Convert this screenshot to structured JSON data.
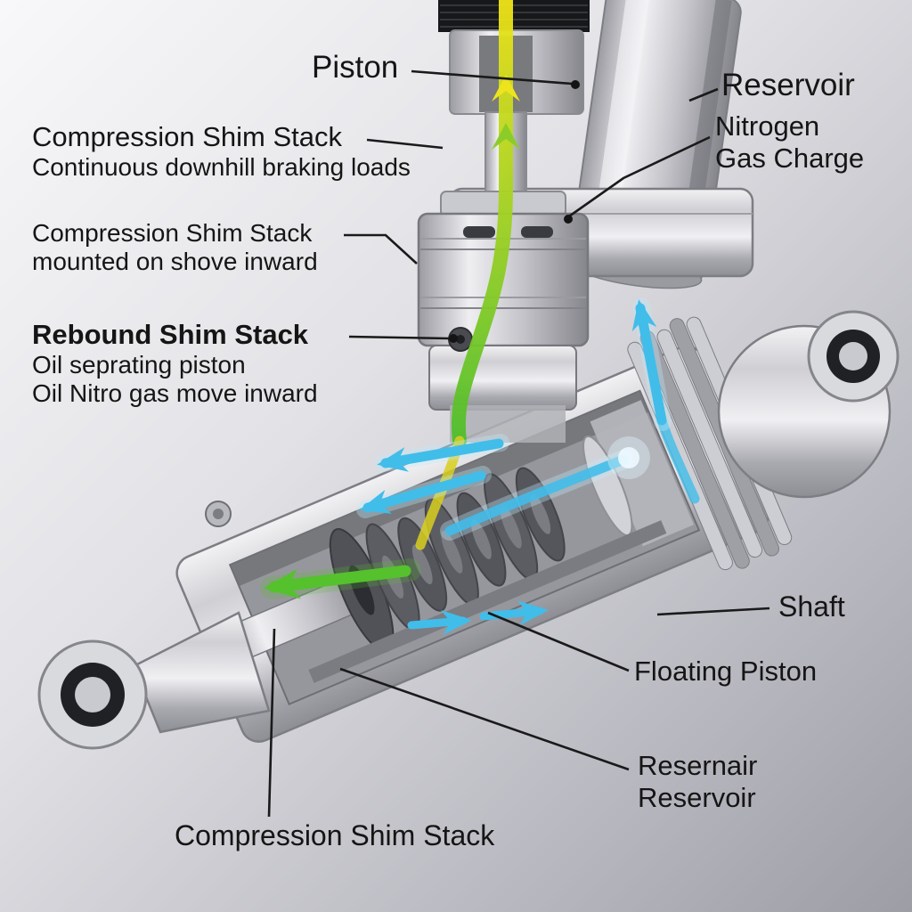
{
  "labels": {
    "piston": "Piston",
    "reservoir": "Reservoir",
    "nitrogen_line1": "Nitrogen",
    "nitrogen_line2": "Gas Charge",
    "comp1_title": "Compression Shim Stack",
    "comp1_sub": "Continuous downhill braking loads",
    "comp2_title": "Compression Shim Stack",
    "com2_spacer": "",
    "comp2_sub": "mounted on shove inward",
    "rebound_title": "Rebound Shim Stack",
    "rebound_sub1": "Oil seprating piston",
    "rebound_sub2": "Oil Nitro gas move inward",
    "shaft": "Shaft",
    "floating_piston": "Floating Piston",
    "resernair_line1": "Resernair",
    "resernair_line2": "Reservoir",
    "comp3": "Compression Shim Stack"
  },
  "colors": {
    "flow_cyan": "#41bdea",
    "flow_green": "#55c12d",
    "flow_yellow": "#e8de1c",
    "leader_line": "#1a1a1a",
    "metal_light": "#f2f2f4",
    "metal_dark": "#8e8e95"
  }
}
